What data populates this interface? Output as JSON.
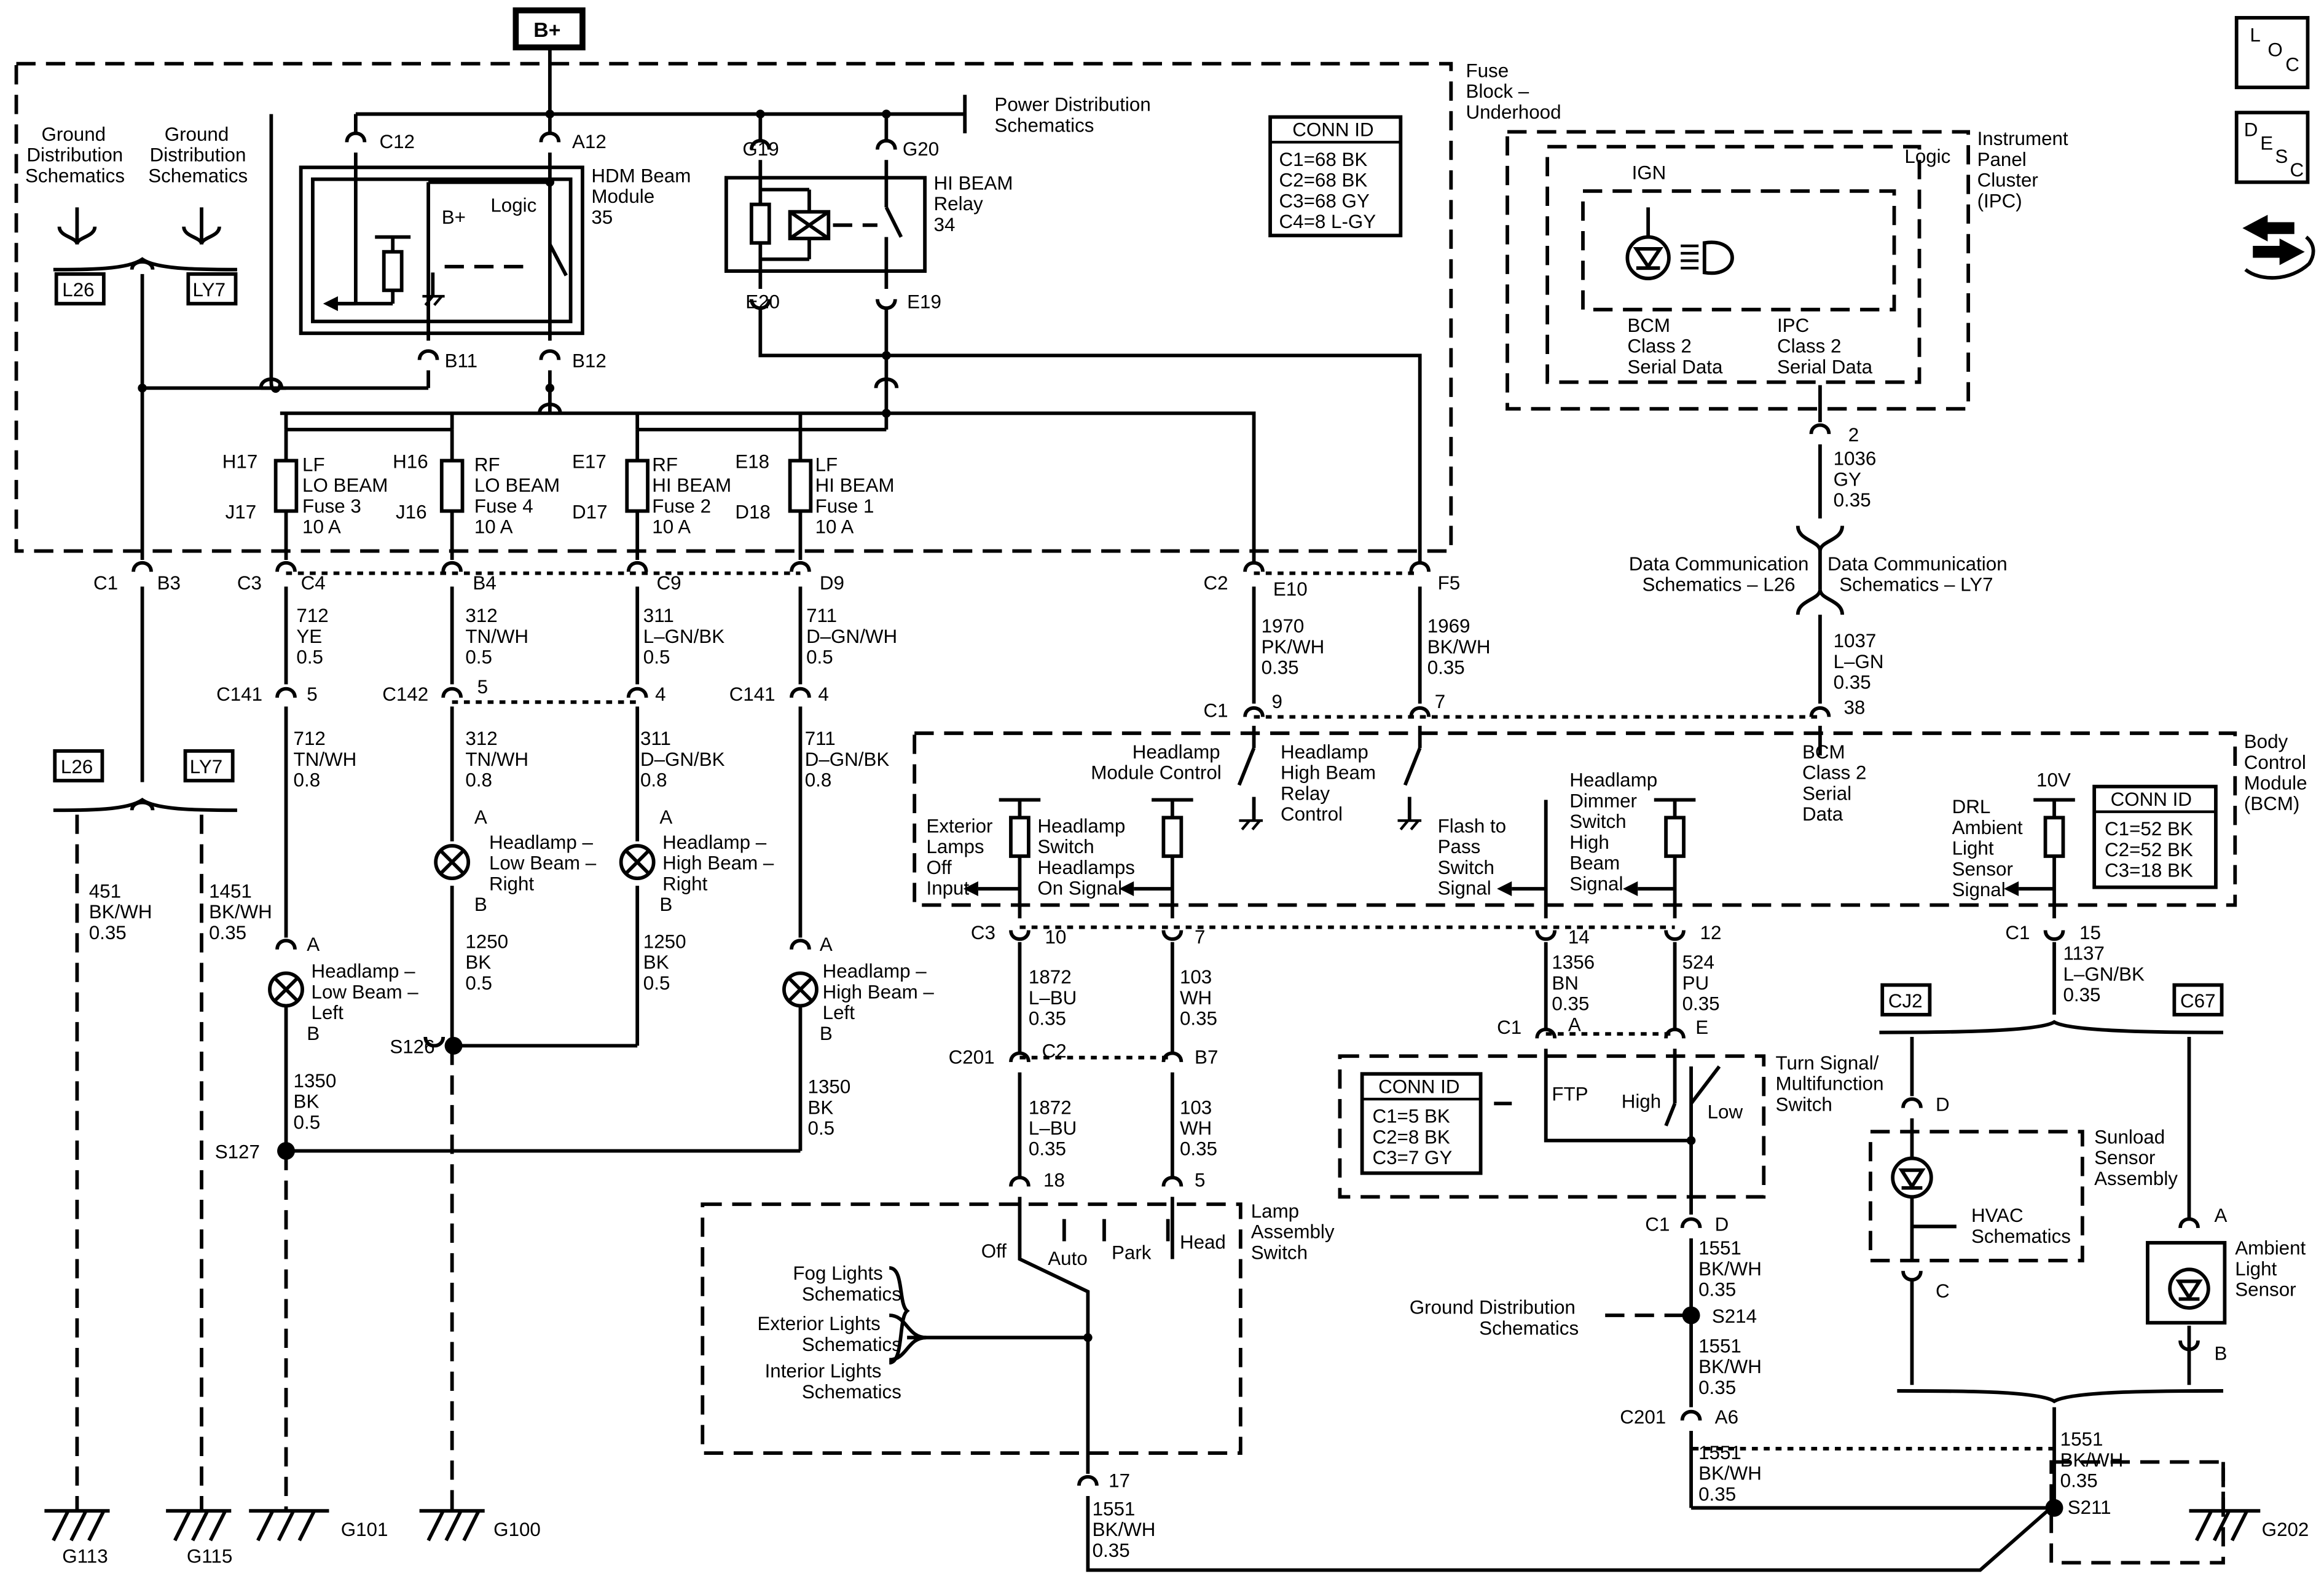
{
  "labels": {
    "bplus": "B+",
    "fuse_block_1": "Fuse",
    "fuse_block_2": "Block –",
    "fuse_block_3": "Underhood",
    "power_dist_1": "Power Distribution",
    "power_dist_2": "Schematics",
    "gnd_dist_a_1": "Ground",
    "gnd_dist_a_2": "Distribution",
    "gnd_dist_a_3": "Schematics",
    "gnd_dist_b_1": "Ground",
    "gnd_dist_b_2": "Distribution",
    "gnd_dist_b_3": "Schematics",
    "l26_top": "L26",
    "ly7_top": "LY7",
    "l26_low": "L26",
    "ly7_low": "LY7",
    "c12": "C12",
    "a12": "A12",
    "b11": "B11",
    "b12": "B12",
    "hdm_1": "HDM Beam",
    "hdm_2": "Module",
    "hdm_3": "35",
    "logic_hdm": "Logic",
    "bplus_small": "B+",
    "g19": "G19",
    "g20": "G20",
    "e20": "E20",
    "e19": "E19",
    "hibeam_1": "HI BEAM",
    "hibeam_2": "Relay",
    "hibeam_3": "34",
    "conn_fuse_title": "CONN ID",
    "conn_fuse_1": "C1=68 BK",
    "conn_fuse_2": "C2=68 BK",
    "conn_fuse_3": "C3=68 GY",
    "conn_fuse_4": "C4=8 L-GY",
    "h17": "H17",
    "j17": "J17",
    "h16": "H16",
    "j16": "J16",
    "e17": "E17",
    "d17": "D17",
    "e18": "E18",
    "d18": "D18",
    "f3_1": "LF",
    "f3_2": "LO BEAM",
    "f3_3": "Fuse 3",
    "f3_4": "10 A",
    "f4_1": "RF",
    "f4_2": "LO BEAM",
    "f4_3": "Fuse 4",
    "f4_4": "10 A",
    "f2_1": "RF",
    "f2_2": "HI BEAM",
    "f2_3": "Fuse 2",
    "f2_4": "10 A",
    "f1_1": "LF",
    "f1_2": "HI BEAM",
    "f1_3": "Fuse 1",
    "f1_4": "10 A",
    "c1": "C1",
    "b3": "B3",
    "c3": "C3",
    "c4": "C4",
    "b4": "B4",
    "c9": "C9",
    "d9": "D9",
    "c2": "C2",
    "e10": "E10",
    "f5": "F5",
    "w712_1": "712",
    "w712_2": "YE",
    "w712_3": "0.5",
    "w312_1": "312",
    "w312_2": "TN/WH",
    "w312_3": "0.5",
    "w311_1": "311",
    "w311_2": "L–GN/BK",
    "w311_3": "0.5",
    "w711_1": "711",
    "w711_2": "D–GN/WH",
    "w711_3": "0.5",
    "w1970_1": "1970",
    "w1970_2": "PK/WH",
    "w1970_3": "0.35",
    "w1969_1": "1969",
    "w1969_2": "BK/WH",
    "w1969_3": "0.35",
    "c141a": "C141",
    "c141a_pin": "5",
    "c142": "C142",
    "c142_pin": "5",
    "c142b_pin": "4",
    "c141b": "C141",
    "c141b_pin": "4",
    "w712b_1": "712",
    "w712b_2": "TN/WH",
    "w712b_3": "0.8",
    "w312b_1": "312",
    "w312b_2": "TN/WH",
    "w312b_3": "0.8",
    "w311b_1": "311",
    "w311b_2": "D–GN/BK",
    "w311b_3": "0.8",
    "w711b_1": "711",
    "w711b_2": "D–GN/BK",
    "w711b_3": "0.8",
    "hl_lbr_1": "Headlamp –",
    "hl_lbr_2": "Low Beam –",
    "hl_lbr_3": "Right",
    "hl_hbr_1": "Headlamp –",
    "hl_hbr_2": "High Beam –",
    "hl_hbr_3": "Right",
    "hl_lbl_1": "Headlamp –",
    "hl_lbl_2": "Low Beam –",
    "hl_lbl_3": "Left",
    "hl_hbl_1": "Headlamp –",
    "hl_hbl_2": "High Beam –",
    "hl_hbl_3": "Left",
    "pin_a": "A",
    "pin_b": "B",
    "w451_1": "451",
    "w451_2": "BK/WH",
    "w451_3": "0.35",
    "w1451_1": "1451",
    "w1451_2": "BK/WH",
    "w1451_3": "0.35",
    "w1250a_1": "1250",
    "w1250a_2": "BK",
    "w1250a_3": "0.5",
    "w1250b_1": "1250",
    "w1250b_2": "BK",
    "w1250b_3": "0.5",
    "w1350a_1": "1350",
    "w1350a_2": "BK",
    "w1350a_3": "0.5",
    "w1350b_1": "1350",
    "w1350b_2": "BK",
    "w1350b_3": "0.5",
    "s126": "S126",
    "s127": "S127",
    "g113": "G113",
    "g115": "G115",
    "g101": "G101",
    "g100": "G100",
    "g202": "G202",
    "ipc_1": "Instrument",
    "ipc_2": "Panel",
    "ipc_3": "Cluster",
    "ipc_4": "(IPC)",
    "logic_ipc": "Logic",
    "ign": "IGN",
    "bcm_serial_1": "BCM",
    "bcm_serial_2": "Class 2",
    "bcm_serial_3": "Serial Data",
    "ipc_serial_1": "IPC",
    "ipc_serial_2": "Class 2",
    "ipc_serial_3": "Serial Data",
    "pin2": "2",
    "w1036_1": "1036",
    "w1036_2": "GY",
    "w1036_3": "0.35",
    "dcs_l26_1": "Data Communication",
    "dcs_l26_2": "Schematics – L26",
    "dcs_ly7_1": "Data Communication",
    "dcs_ly7_2": "Schematics – LY7",
    "w1037_1": "1037",
    "w1037_2": "L–GN",
    "w1037_3": "0.35",
    "c1_bcm": "C1",
    "pin9": "9",
    "pin7": "7",
    "pin38": "38",
    "bcm_1": "Body",
    "bcm_2": "Control",
    "bcm_3": "Module",
    "bcm_4": "(BCM)",
    "hmc_1": "Headlamp",
    "hmc_2": "Module Control",
    "hbrc_1": "Headlamp",
    "hbrc_2": "High Beam",
    "hbrc_3": "Relay",
    "hbrc_4": "Control",
    "bcm_data_1": "BCM",
    "bcm_data_2": "Class 2",
    "bcm_data_3": "Serial",
    "bcm_data_4": "Data",
    "ext_1": "Exterior",
    "ext_2": "Lamps",
    "ext_3": "Off",
    "ext_4": "Input",
    "hss_1": "Headlamp",
    "hss_2": "Switch",
    "hss_3": "Headlamps",
    "hss_4": "On Signal",
    "ftp_1": "Flash to",
    "ftp_2": "Pass",
    "ftp_3": "Switch",
    "ftp_4": "Signal",
    "dim_1": "Headlamp",
    "dim_2": "Dimmer",
    "dim_3": "Switch",
    "dim_4": "High",
    "dim_5": "Beam",
    "dim_6": "Signal",
    "drl_1": "DRL",
    "drl_2": "Ambient",
    "drl_3": "Light",
    "drl_4": "Sensor",
    "drl_5": "Signal",
    "v10": "10V",
    "conn_bcm_title": "CONN ID",
    "conn_bcm_1": "C1=52 BK",
    "conn_bcm_2": "C2=52 BK",
    "conn_bcm_3": "C3=18 BK",
    "c3_bot": "C3",
    "pin10": "10",
    "pin7b": "7",
    "pin14": "14",
    "pin12": "12",
    "c1_r": "C1",
    "pin15": "15",
    "w1872_1": "1872",
    "w1872_2": "L–BU",
    "w1872_3": "0.35",
    "w103_1": "103",
    "w103_2": "WH",
    "w103_3": "0.35",
    "w1356_1": "1356",
    "w1356_2": "BN",
    "w1356_3": "0.35",
    "w524_1": "524",
    "w524_2": "PU",
    "w524_3": "0.35",
    "w1137_1": "1137",
    "w1137_2": "L–GN/BK",
    "w1137_3": "0.35",
    "c201": "C201",
    "c2_201": "C2",
    "b7": "B7",
    "w1872b_1": "1872",
    "w1872b_2": "L–BU",
    "w1872b_3": "0.35",
    "w103b_1": "103",
    "w103b_2": "WH",
    "w103b_3": "0.35",
    "c1_ts": "C1",
    "pin_a_ts": "A",
    "pin_e_ts": "E",
    "ts_1": "Turn Signal/",
    "ts_2": "Multifunction",
    "ts_3": "Switch",
    "ftp": "FTP",
    "high": "High",
    "low": "Low",
    "conn_ts_title": "CONN ID",
    "conn_ts_1": "C1=5 BK",
    "conn_ts_2": "C2=8 BK",
    "conn_ts_3": "C3=7 GY",
    "cj2": "CJ2",
    "c67": "C67",
    "pin_d": "D",
    "pin_c": "C",
    "pin_a2": "A",
    "pin_b2": "B",
    "sunload_1": "Sunload",
    "sunload_2": "Sensor",
    "sunload_3": "Assembly",
    "hvac_1": "HVAC",
    "hvac_2": "Schematics",
    "amb_1": "Ambient",
    "amb_2": "Light",
    "amb_3": "Sensor",
    "pin18": "18",
    "pin5": "5",
    "las_1": "Lamp",
    "las_2": "Assembly",
    "las_3": "Switch",
    "off": "Off",
    "auto": "Auto",
    "park": "Park",
    "head": "Head",
    "fog_1": "Fog Lights",
    "fog_2": "Schematics",
    "extl_1": "Exterior Lights",
    "extl_2": "Schematics",
    "intl_1": "Interior Lights",
    "intl_2": "Schematics",
    "pin17": "17",
    "w1551a_1": "1551",
    "w1551a_2": "BK/WH",
    "w1551a_3": "0.35",
    "c1_d": "C1",
    "pin_d2": "D",
    "w1551b_1": "1551",
    "w1551b_2": "BK/WH",
    "w1551b_3": "0.35",
    "gdist_1": "Ground Distribution",
    "gdist_2": "Schematics",
    "s214": "S214",
    "w1551c_1": "1551",
    "w1551c_2": "BK/WH",
    "w1551c_3": "0.35",
    "c201_b": "C201",
    "a6": "A6",
    "w1551d_1": "1551",
    "w1551d_2": "BK/WH",
    "w1551d_3": "0.35",
    "w1551e_1": "1551",
    "w1551e_2": "BK/WH",
    "w1551e_3": "0.35",
    "s211": "S211",
    "loc_1": "L",
    "loc_2": "O",
    "loc_3": "C",
    "desc_1": "D",
    "desc_2": "E",
    "desc_3": "S",
    "desc_4": "C"
  },
  "icons": [
    "lamp-bulb-icon",
    "led-icon",
    "headlamp-icon",
    "ground-icon",
    "resistor-icon",
    "relay-coil-icon",
    "fuse-icon",
    "light-sensor-icon",
    "wrench-arrows-icon"
  ]
}
